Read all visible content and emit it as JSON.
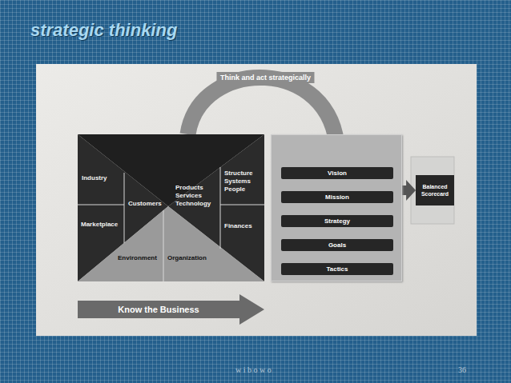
{
  "diagram": {
    "title": "strategic thinking",
    "nodes": [
      {
        "text": [
          "Industry",
          "Customers",
          "Marketplace",
          "Products Services Technology",
          "Structure Systems People",
          "Finances",
          "Environment",
          "Organization"
        ]
      },
      {
        "text": []
      },
      {
        "text": [
          "Vision"
        ],
        "in": 1
      },
      {
        "text": [
          "Mission"
        ],
        "in": 1
      },
      {
        "text": [
          "Strategy"
        ],
        "in": 1
      },
      {
        "text": [
          "Goals"
        ],
        "in": 1
      },
      {
        "text": [
          "Tactics"
        ],
        "in": 1
      },
      {
        "text": [
          "Balanced Scorecard"
        ]
      },
      {
        "text": [
          "Know the Business"
        ]
      }
    ],
    "edges": [
      {
        "from": 0,
        "to": 2,
        "label": "Think and act strategically",
        "arrow": "to"
      },
      {
        "from": 2,
        "to": 3,
        "arrow": "to"
      },
      {
        "from": 3,
        "to": 4,
        "arrow": "to"
      },
      {
        "from": 4,
        "to": 5,
        "arrow": "to"
      },
      {
        "from": 5,
        "to": 6,
        "arrow": "to"
      },
      {
        "from": 1,
        "to": 7,
        "arrow": "to"
      }
    ],
    "labels": [
      "w i b o w o",
      "36"
    ]
  }
}
